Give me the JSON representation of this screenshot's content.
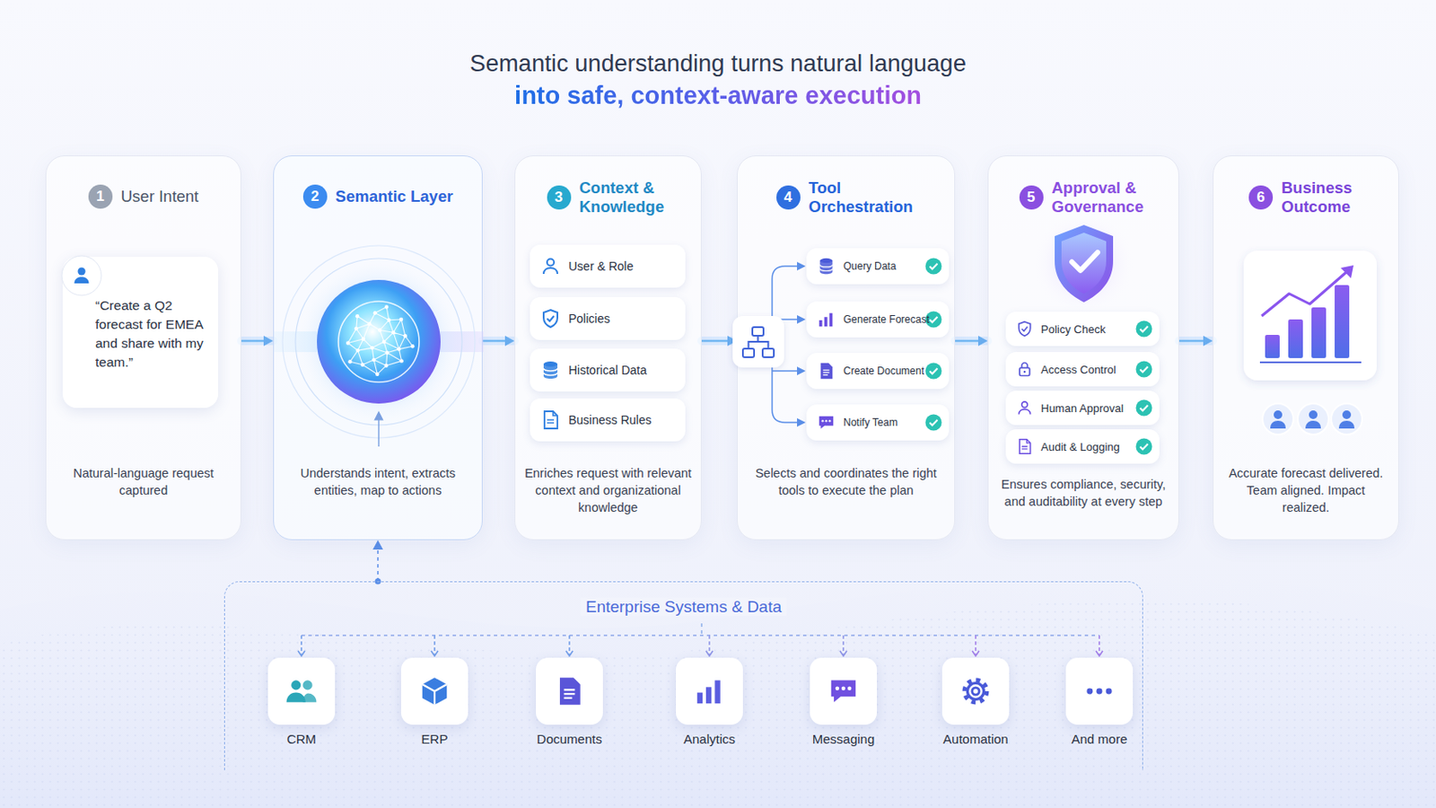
{
  "diagram": {
    "title": "Semantic understanding turns natural language",
    "nodes": [
      {
        "text": [
          "1",
          "User Intent",
          "Natural-language request captured"
        ]
      },
      {
        "text": [
          "“Create a Q2 forecast for EMEA and share with my team.”"
        ],
        "in": 0
      },
      {
        "text": [
          "2",
          "Semantic Layer",
          "Understands intent, extracts entities, map to actions"
        ]
      },
      {
        "text": [
          "3",
          "Context & Knowledge",
          "Enriches request with relevant context and organizational knowledge"
        ]
      },
      {
        "text": [
          "User & Role"
        ],
        "in": 3
      },
      {
        "text": [
          "Policies"
        ],
        "in": 3
      },
      {
        "text": [
          "Historical Data"
        ],
        "in": 3
      },
      {
        "text": [
          "Business Rules"
        ],
        "in": 3
      },
      {
        "text": [
          "4",
          "Tool Orchestration",
          "Selects and coordinates the right tools to execute the plan"
        ]
      },
      {
        "text": [
          "Query Data"
        ],
        "in": 8
      },
      {
        "text": [
          "Generate Forecast"
        ],
        "in": 8
      },
      {
        "text": [
          "Create Document"
        ],
        "in": 8
      },
      {
        "text": [
          "Notify Team"
        ],
        "in": 8
      },
      {
        "text": [
          "5",
          "Approval & Governance",
          "Ensures compliance, security, and auditability at every step"
        ]
      },
      {
        "text": [
          "Policy Check"
        ],
        "in": 13
      },
      {
        "text": [
          "Access Control"
        ],
        "in": 13
      },
      {
        "text": [
          "Human Approval"
        ],
        "in": 13
      },
      {
        "text": [
          "Audit & Logging"
        ],
        "in": 13
      },
      {
        "text": [
          "6",
          "Business Outcome",
          "Accurate forecast delivered. Team aligned. Impact realized."
        ]
      },
      {
        "text": [
          "Enterprise Systems & Data"
        ]
      },
      {
        "text": [
          "CRM"
        ],
        "in": 19
      },
      {
        "text": [
          "ERP"
        ],
        "in": 19
      },
      {
        "text": [
          "Documents"
        ],
        "in": 19
      },
      {
        "text": [
          "Analytics"
        ],
        "in": 19
      },
      {
        "text": [
          "Messaging"
        ],
        "in": 19
      },
      {
        "text": [
          "Automation"
        ],
        "in": 19
      },
      {
        "text": [
          "And more"
        ],
        "in": 19
      }
    ],
    "edges": [
      {
        "from": 0,
        "to": 2,
        "arrow": "to"
      },
      {
        "from": 2,
        "to": 3,
        "arrow": "to"
      },
      {
        "from": 3,
        "to": 8,
        "arrow": "to"
      },
      {
        "from": 8,
        "to": 13,
        "arrow": "to"
      },
      {
        "from": 13,
        "to": 18,
        "arrow": "to"
      },
      {
        "from": 19,
        "to": 2,
        "arrow": "to"
      }
    ],
    "labels": [
      "into safe, context-aware execution"
    ]
  }
}
